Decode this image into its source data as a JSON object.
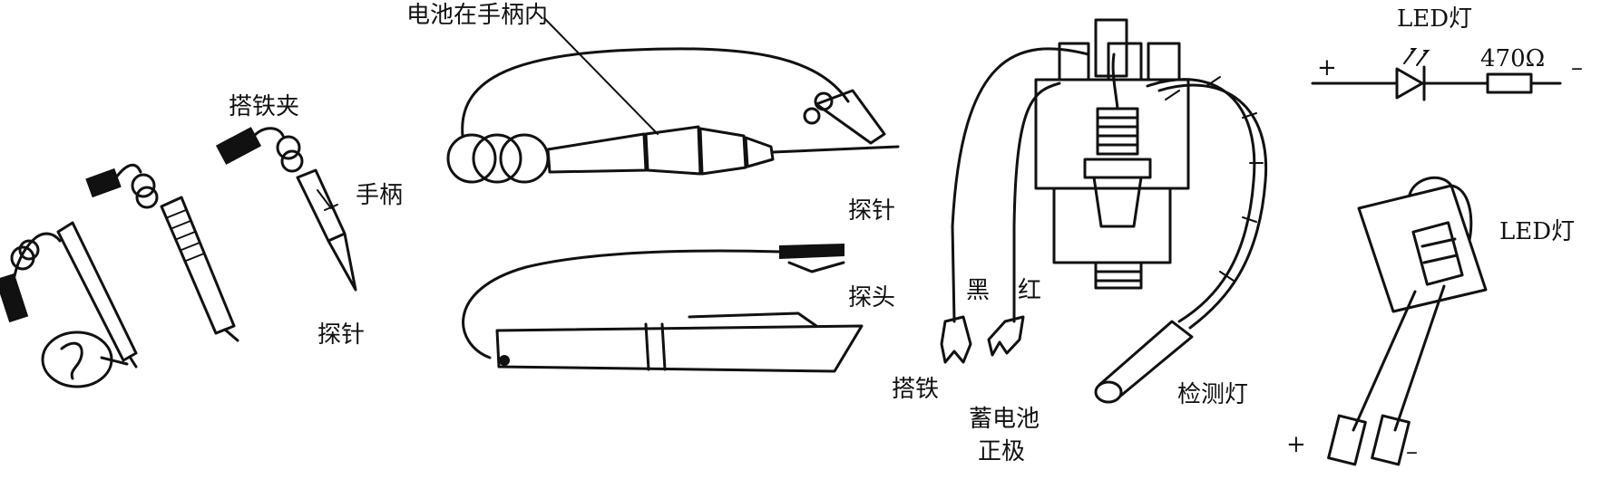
{
  "labels": {
    "clip": "搭铁夹",
    "handle": "手柄",
    "probe_left": "探针",
    "battery_in_handle": "电池在手柄内",
    "probe_mid": "探针",
    "probe_head": "探头",
    "black": "黑",
    "red": "红",
    "ground": "搭铁",
    "battery_pos_line1": "蓄电池",
    "battery_pos_line2": "正极",
    "test_lamp": "检测灯",
    "led_top": "LED灯",
    "resistor_value": "470Ω",
    "plus_top": "+",
    "minus_top": "–",
    "led_right": "LED灯",
    "plus_bottom": "+",
    "minus_bottom": "–"
  }
}
